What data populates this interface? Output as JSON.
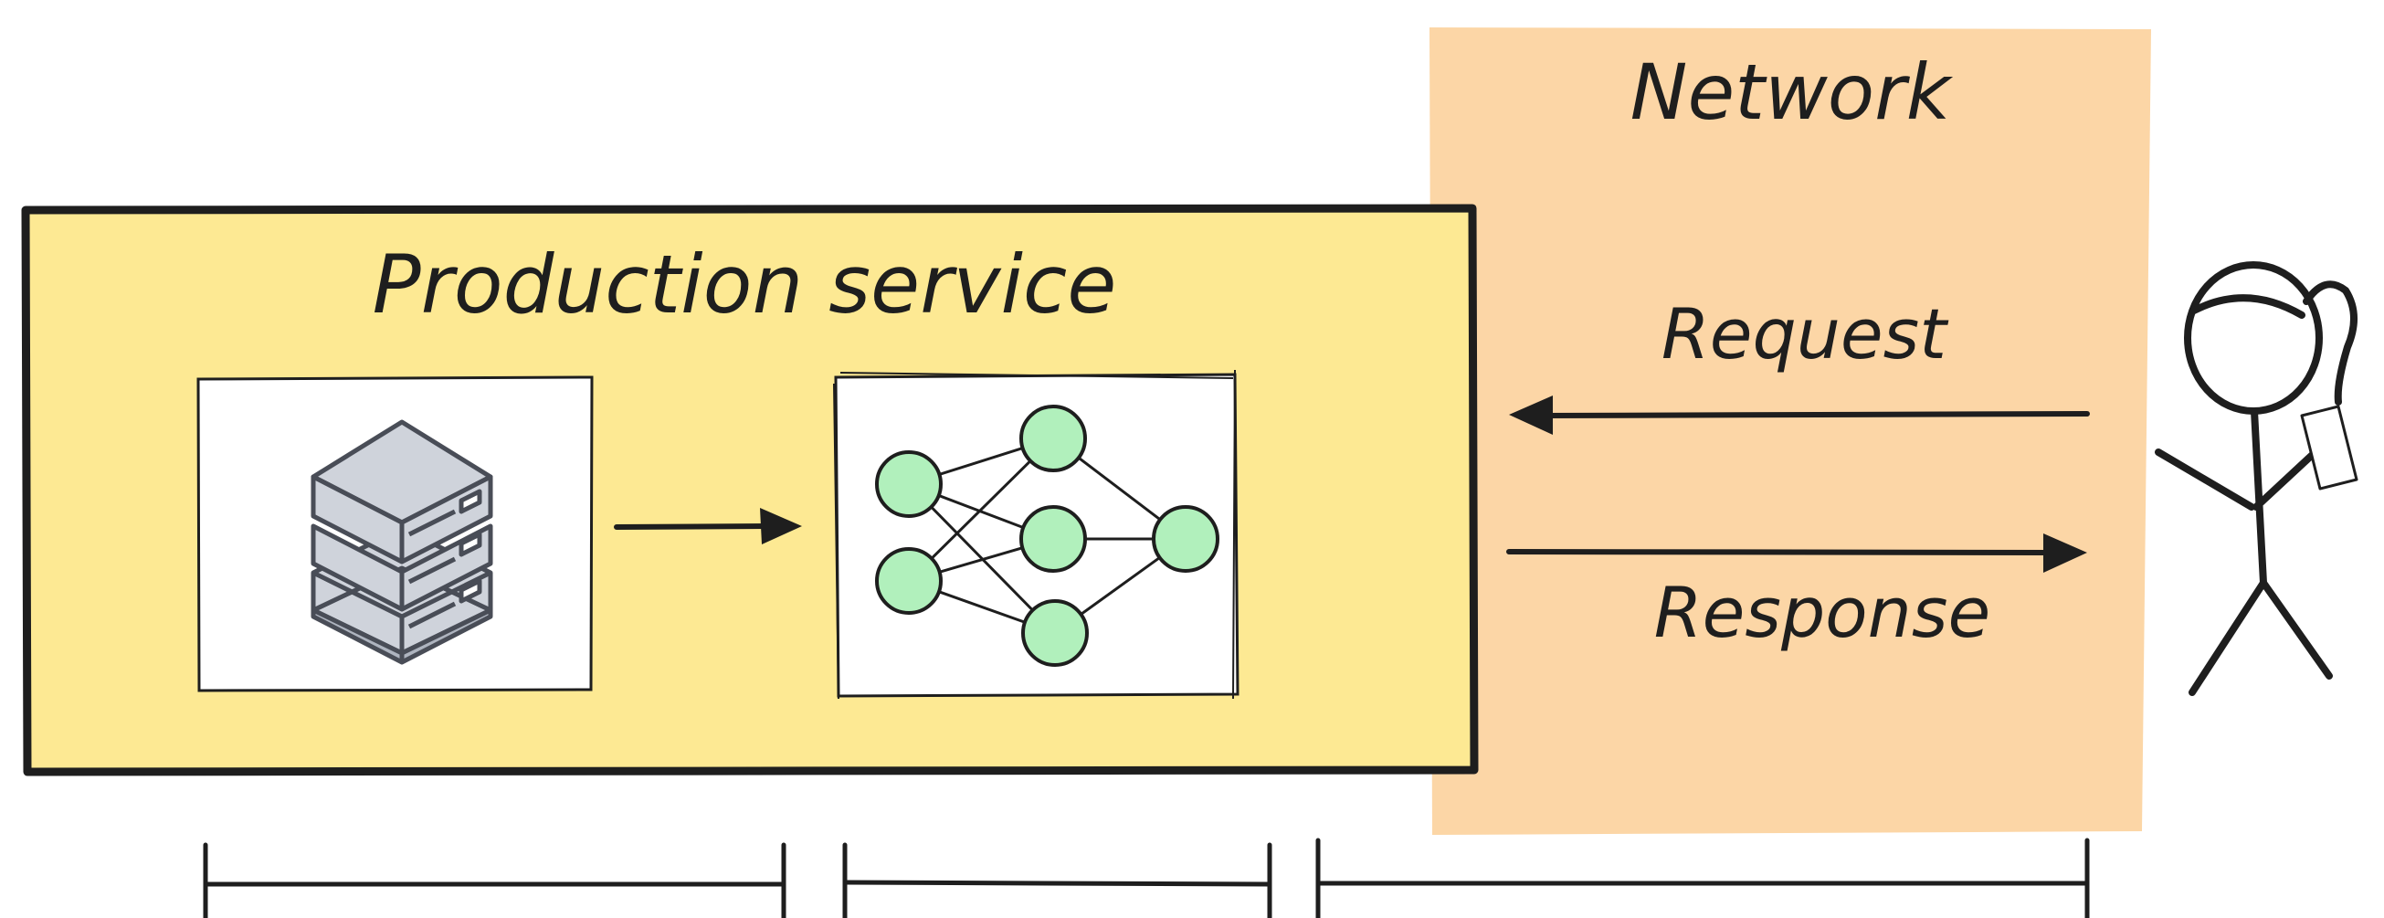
{
  "network_panel": {
    "label": "Network",
    "color": "#fcd6a6"
  },
  "production_service": {
    "label": "Production service",
    "color": "#fde993"
  },
  "request": {
    "label": "Request"
  },
  "response": {
    "label": "Response"
  },
  "icons": {
    "data_store": "server-stack-icon",
    "model": "neural-network-icon",
    "user": "stick-figure-user-icon"
  },
  "node_color": "#b1f0bc",
  "server_color": "#cfd3db"
}
